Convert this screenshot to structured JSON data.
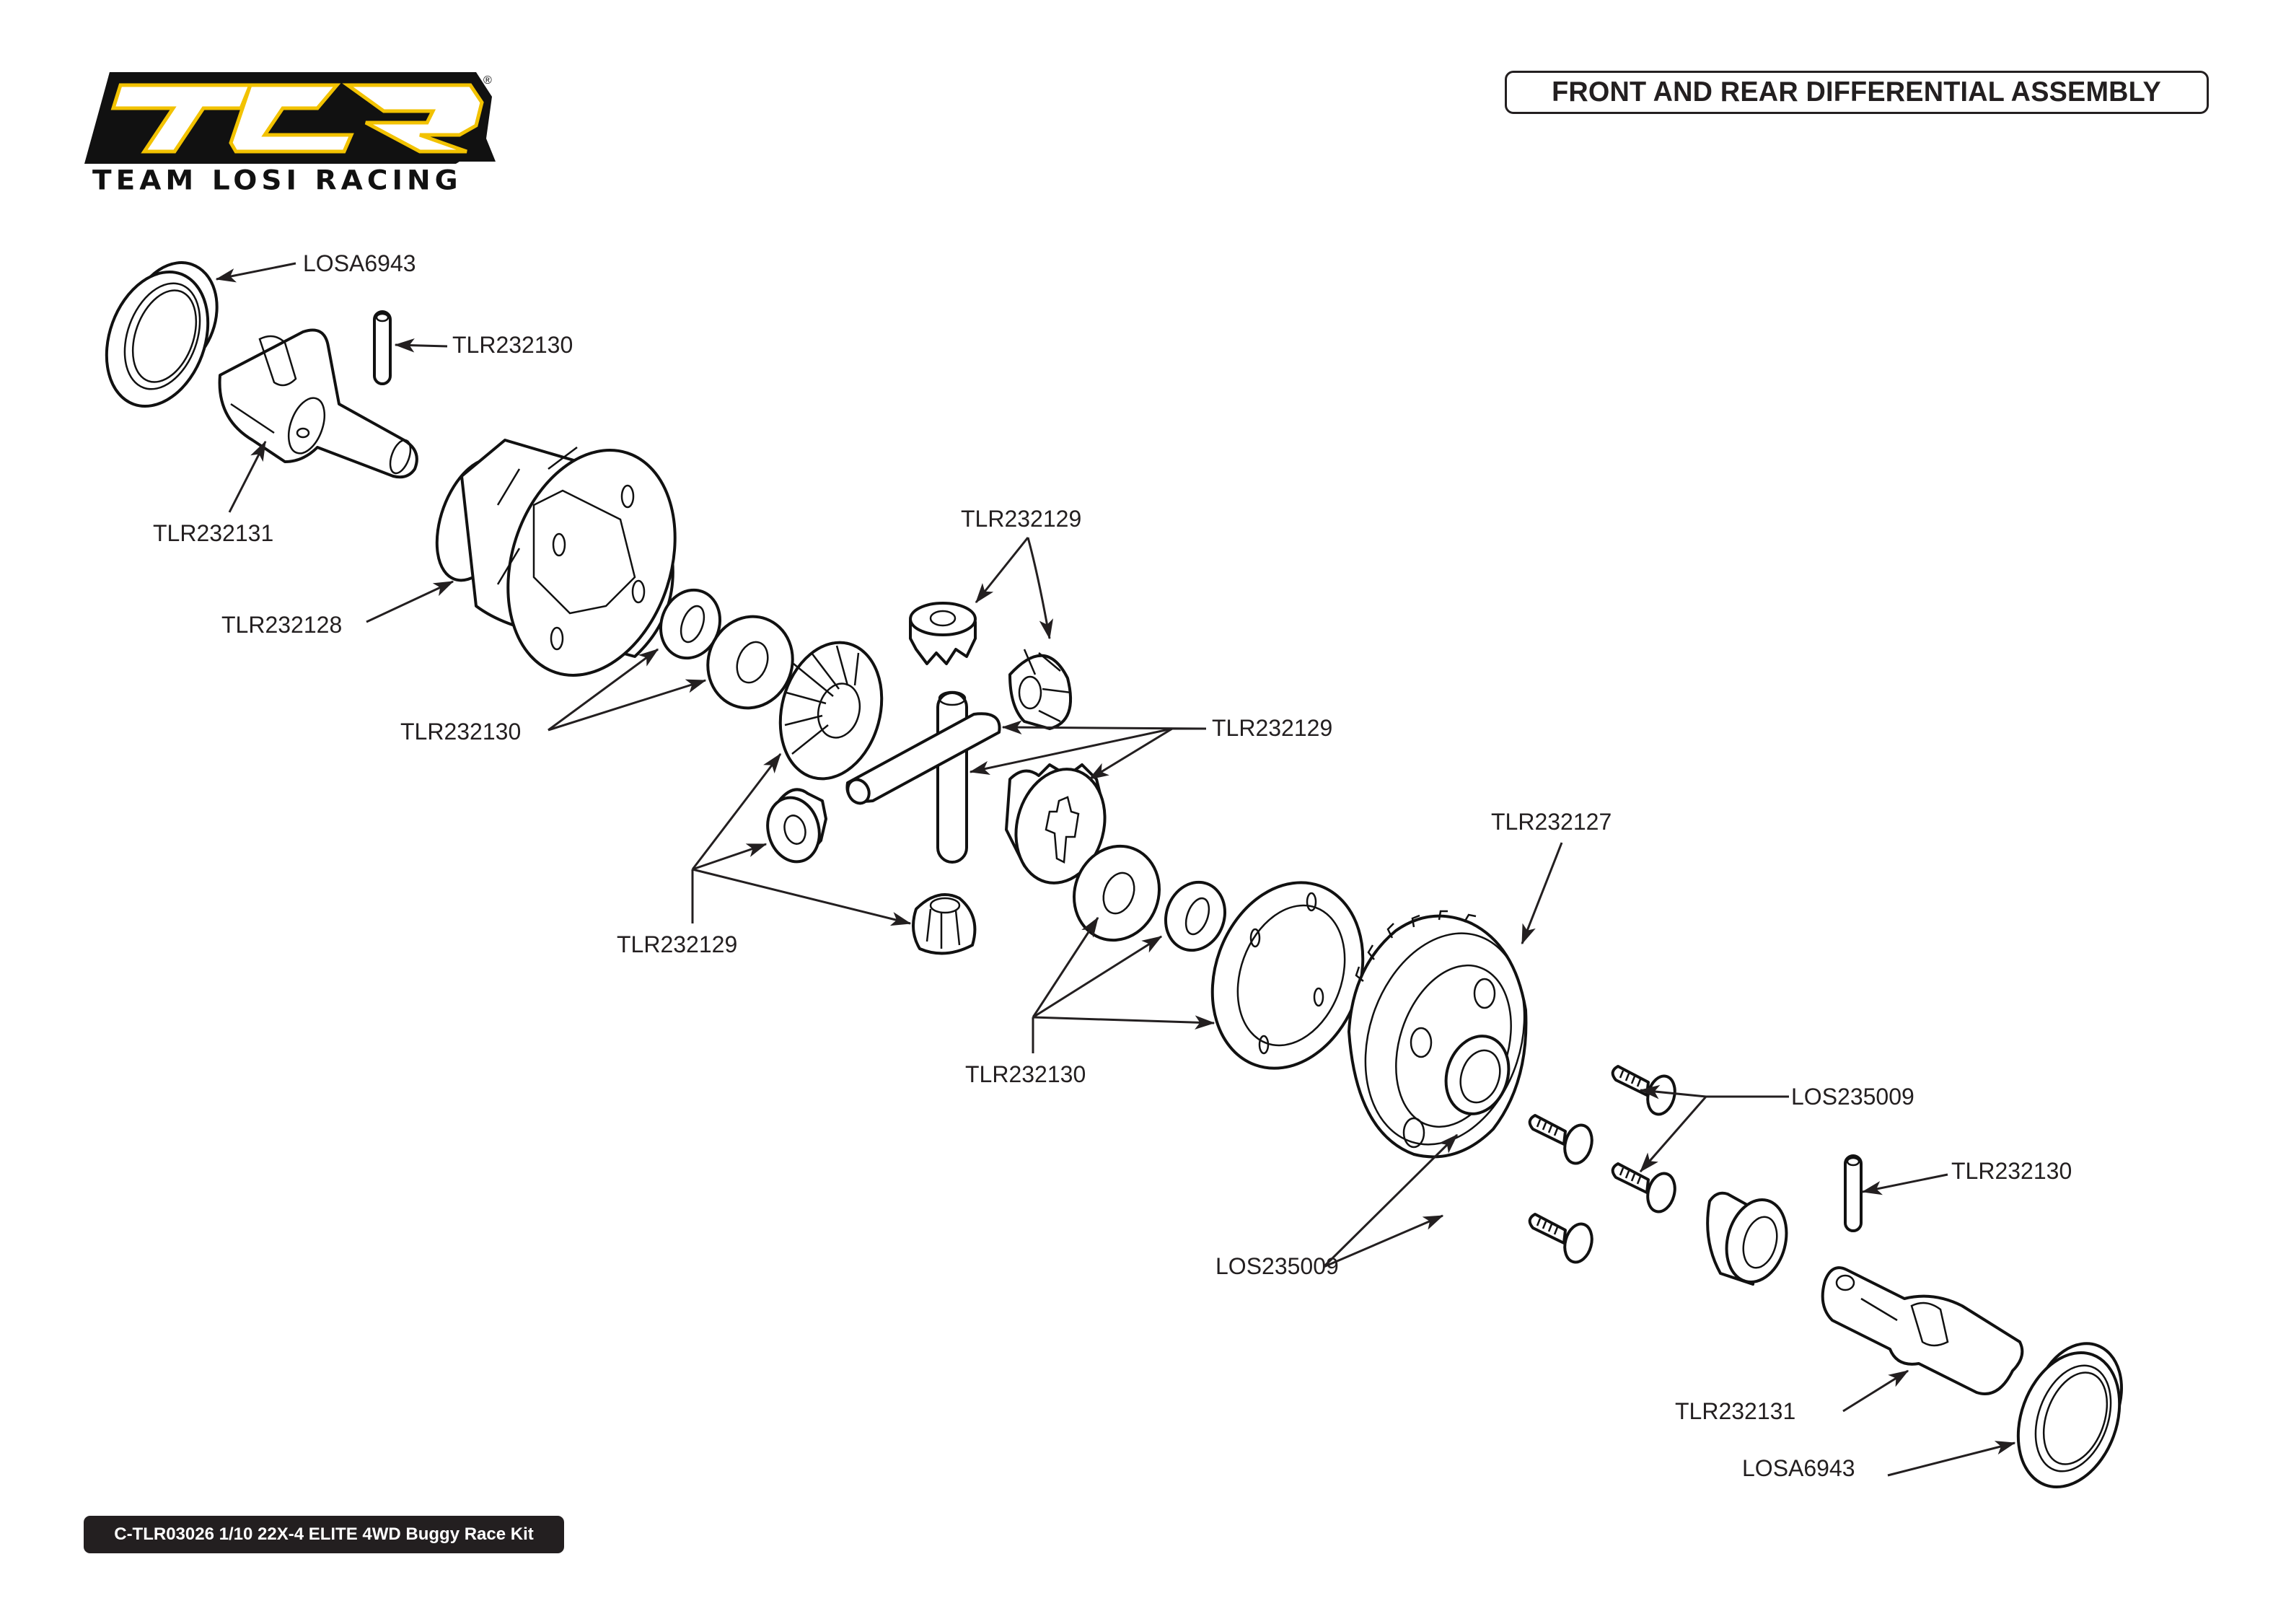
{
  "header": {
    "logo_text": "TLR",
    "logo_wordmark": "TEAM LOSI RACING",
    "logo_registered": "®",
    "title": "FRONT AND REAR DIFFERENTIAL ASSEMBLY"
  },
  "footer": {
    "kit_label": "C-TLR03026 1/10 22X-4 ELITE 4WD Buggy Race Kit"
  },
  "colors": {
    "brand_yellow": "#f2c200",
    "ink": "#231f20",
    "background": "#ffffff"
  },
  "callouts": [
    {
      "id": "bearing-top",
      "part_number": "LOSA6943",
      "part": "ball bearing",
      "arrow_count": 1
    },
    {
      "id": "pin-top",
      "part_number": "TLR232130",
      "part": "pin",
      "arrow_count": 1
    },
    {
      "id": "outdrive-top",
      "part_number": "TLR232131",
      "part": "outdrive",
      "arrow_count": 1
    },
    {
      "id": "diff-case",
      "part_number": "TLR232128",
      "part": "differential case",
      "arrow_count": 1
    },
    {
      "id": "shims-left",
      "part_number": "TLR232130",
      "part": "shims",
      "arrow_count": 2
    },
    {
      "id": "gears-top",
      "part_number": "TLR232129",
      "part": "spider gears",
      "arrow_count": 2
    },
    {
      "id": "gears-right",
      "part_number": "TLR232129",
      "part": "cross pins and side gear",
      "arrow_count": 3
    },
    {
      "id": "gears-left",
      "part_number": "TLR232129",
      "part": "side gear and spider gears",
      "arrow_count": 3
    },
    {
      "id": "ring-gear",
      "part_number": "TLR232127",
      "part": "ring gear",
      "arrow_count": 1
    },
    {
      "id": "shims-gasket",
      "part_number": "TLR232130",
      "part": "shims and gasket",
      "arrow_count": 3
    },
    {
      "id": "screws-right",
      "part_number": "LOS235009",
      "part": "screws",
      "arrow_count": 2
    },
    {
      "id": "screws-left",
      "part_number": "LOS235009",
      "part": "screws",
      "arrow_count": 2
    },
    {
      "id": "pin-bottom",
      "part_number": "TLR232130",
      "part": "pin",
      "arrow_count": 1
    },
    {
      "id": "outdrive-bottom",
      "part_number": "TLR232131",
      "part": "outdrive",
      "arrow_count": 1
    },
    {
      "id": "bearing-bottom",
      "part_number": "LOSA6943",
      "part": "ball bearing",
      "arrow_count": 1
    }
  ]
}
